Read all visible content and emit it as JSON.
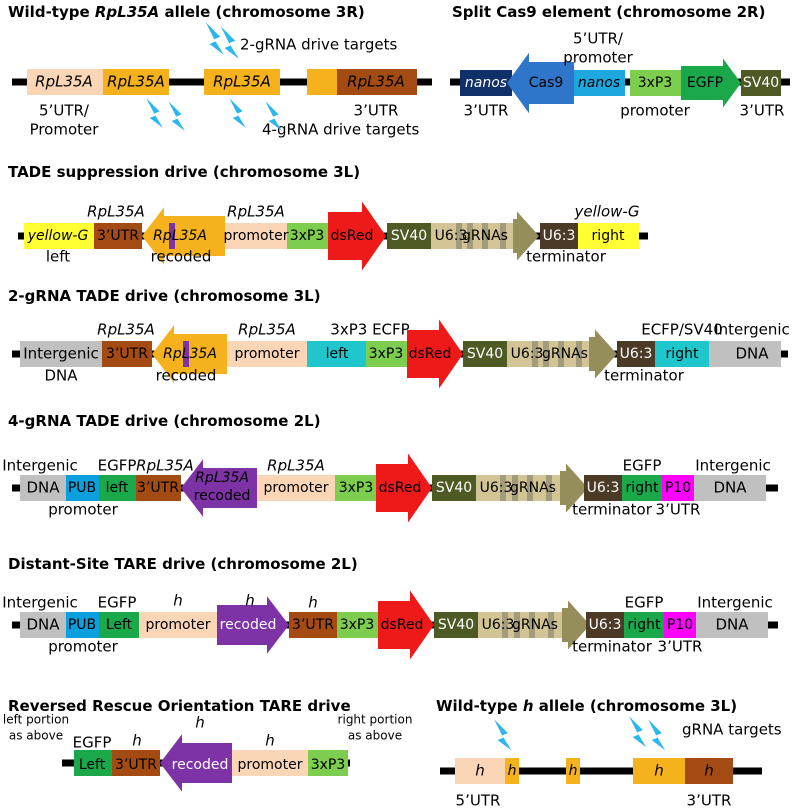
{
  "colors": {
    "peach": "#fbd6b6",
    "orange": "#f5b21c",
    "brown": "#a44b14",
    "purple": "#7d33a6",
    "yellow": "#ffff33",
    "green": "#7dcd4f",
    "darkgreen": "#1aa84b",
    "red": "#ee1a1a",
    "olive": "#4d5a24",
    "tan": "#d2c494",
    "khaki": "#958d5a",
    "darkbrown": "#4a3a26",
    "gray": "#c0c0c0",
    "cyan": "#1fc7cc",
    "navy": "#0f3068",
    "blue": "#2f75c9",
    "lightblue": "#1ea7de",
    "magenta": "#ff00ff",
    "pubblue": "#0c9fdd",
    "bolt": "#2cb6ee"
  },
  "sections": {
    "wt_rpl35a": {
      "title_a": "Wild-type ",
      "title_b": "RpL35A",
      "title_c": " allele (chromosome 3R)",
      "seg1": "RpL35A",
      "seg2": "RpL35A",
      "seg3": "RpL35A",
      "seg4": "RpL35A",
      "label_5utr_1": "5’UTR/",
      "label_5utr_2": "Promoter",
      "label_3utr": "3’UTR",
      "label_2grna": "2-gRNA drive targets",
      "label_4grna": "4-gRNA drive targets"
    },
    "cas9": {
      "title": "Split Cas9 element (chromosome 2R)",
      "nanos1": "nanos",
      "cas9": "Cas9",
      "nanos2": "nanos",
      "x3p3": "3xP3",
      "egfp": "EGFP",
      "sv40": "SV40",
      "utr_left": "3’UTR",
      "top1": "5’UTR/",
      "top2": "promoter",
      "promoter": "promoter",
      "utr_right": "3’UTR"
    },
    "tade_supp": {
      "title": "TADE suppression drive (chromosome 3L)",
      "yellow_left": "yellow-G",
      "utr": "3’UTR",
      "rpl": "RpL35A",
      "promoter": "promoter",
      "x3p3": "3xP3",
      "dsred": "dsRed",
      "sv40": "SV40",
      "u63a": "U6:3",
      "grnas": "gRNAs",
      "u63b": "U6:3",
      "right": "right",
      "top_rpl1": "RpL35A",
      "top_rpl2": "RpL35A",
      "top_yellow": "yellow-G",
      "left": "left",
      "recoded": "recoded",
      "terminator": "terminator"
    },
    "tade2": {
      "title": "2-gRNA TADE drive (chromosome 3L)",
      "intergenic": "Intergenic",
      "utr": "3’UTR",
      "rpl": "RpL35A",
      "promoter": "promoter",
      "left": "left",
      "x3p3": "3xP3",
      "dsred": "dsRed",
      "sv40": "SV40",
      "u63a": "U6:3",
      "grnas": "gRNAs",
      "u63b": "U6:3",
      "right": "right",
      "top_rpl1": "RpL35A",
      "top_rpl2": "RpL35A",
      "top_ecfp": "3xP3 ECFP",
      "top_ecfp_sv40": "ECFP/SV40",
      "top_intergenic": "Intergenic",
      "dna_left": "DNA",
      "recoded": "recoded",
      "terminator": "terminator",
      "dna_right": "DNA"
    },
    "tade4": {
      "title": "4-gRNA TADE drive (chromosome 2L)",
      "dna_left": "DNA",
      "pub": "PUB",
      "left": "left",
      "utr": "3’UTR",
      "rpl_inner": "RpL35A",
      "recoded_inner": "recoded",
      "promoter": "promoter",
      "x3p3": "3xP3",
      "dsred": "dsRed",
      "sv40": "SV40",
      "u63a": "U6:3",
      "grnas": "gRNAs",
      "u63b": "U6:3",
      "right": "right",
      "p10": "P10",
      "dna_right": "DNA",
      "top_intergenic1": "Intergenic",
      "top_egfp1": "EGFP",
      "top_rpl1": "RpL35A",
      "top_rpl2": "RpL35A",
      "top_egfp2": "EGFP",
      "top_intergenic2": "Intergenic",
      "bottom_promoter": "promoter",
      "terminator": "terminator",
      "utr_bottom": "3’UTR"
    },
    "tare": {
      "title": "Distant-Site TARE drive (chromosome 2L)",
      "dna_left": "DNA",
      "pub": "PUB",
      "left": "Left",
      "promoter": "promoter",
      "recoded": "recoded",
      "utr": "3’UTR",
      "x3p3": "3xP3",
      "dsred": "dsRed",
      "sv40": "SV40",
      "u63a": "U6:3",
      "grnas": "gRNAs",
      "u63b": "U6:3",
      "right": "right",
      "p10": "P10",
      "dna_right": "DNA",
      "top_intergenic1": "Intergenic",
      "top_egfp1": "EGFP",
      "top_h1": "h",
      "top_h2": "h",
      "top_h3": "h",
      "top_egfp2": "EGFP",
      "top_intergenic2": "Intergenic",
      "bottom_promoter": "promoter",
      "terminator": "terminator",
      "utr_bottom": "3’UTR"
    },
    "reversed": {
      "title": "Reversed Rescue Orientation TARE drive",
      "left_portion1": "left portion",
      "left_portion2": "as above",
      "egfp": "EGFP",
      "left": "Left",
      "utr": "3’UTR",
      "recoded": "recoded",
      "promoter": "promoter",
      "x3p3": "3xP3",
      "top_h1": "h",
      "top_h2": "h",
      "top_h3": "h",
      "right_portion1": "right portion",
      "right_portion2": "as above"
    },
    "wt_h": {
      "title_a": "Wild-type ",
      "title_b": "h",
      "title_c": " allele (chromosome 3L)",
      "seg_h1": "h",
      "seg_h2": "h",
      "seg_h3": "h",
      "seg_h4": "h",
      "seg_h5": "h",
      "grna_targets": "gRNA targets",
      "utr5": "5’UTR",
      "utr3": "3’UTR"
    }
  }
}
